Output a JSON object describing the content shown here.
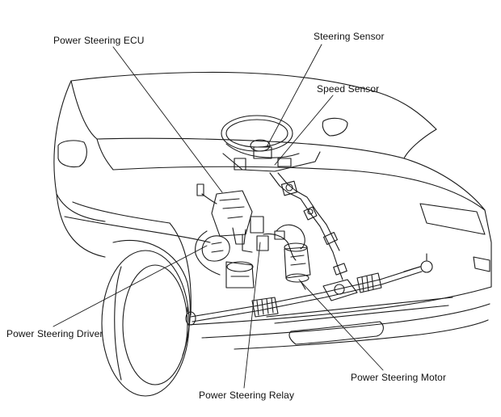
{
  "labels": {
    "power_steering_ecu": "Power Steering ECU",
    "steering_sensor": "Steering Sensor",
    "speed_sensor": "Speed Sensor",
    "power_steering_driver": "Power Steering Driver",
    "power_steering_motor": "Power Steering Motor",
    "power_steering_relay": "Power Steering Relay"
  },
  "colors": {
    "line": "#1a1a1a",
    "background": "#ffffff"
  }
}
